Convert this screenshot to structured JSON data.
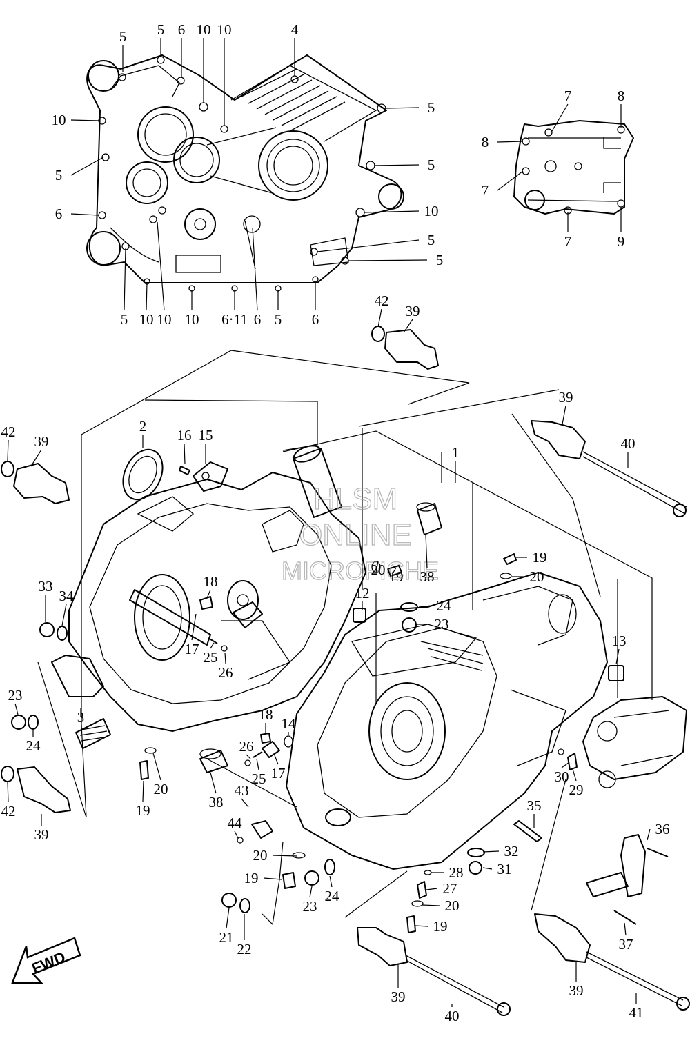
{
  "watermark": {
    "line1": "HLSM",
    "line2": "ONLINE",
    "line3": "MICROFICHE"
  },
  "fwd_arrow": {
    "label": "FWD",
    "icon": "forward-arrow-icon"
  },
  "callouts": {
    "top_view": [
      "5",
      "5",
      "6",
      "10",
      "10",
      "4",
      "10",
      "5",
      "6",
      "5",
      "10",
      "10",
      "10",
      "6·11",
      "6",
      "5",
      "6",
      "5",
      "5",
      "10",
      "5",
      "5"
    ],
    "cover": [
      "7",
      "8",
      "8",
      "7",
      "7",
      "9"
    ],
    "main": [
      "42",
      "39",
      "39",
      "40",
      "42",
      "39",
      "2",
      "16",
      "15",
      "1",
      "12",
      "19",
      "20",
      "20",
      "19",
      "38",
      "24",
      "23",
      "13",
      "33",
      "34",
      "18",
      "17",
      "25",
      "26",
      "23",
      "24",
      "3",
      "18",
      "14",
      "26",
      "25",
      "17",
      "20",
      "19",
      "38",
      "43",
      "44",
      "20",
      "19",
      "23",
      "24",
      "21",
      "22",
      "42",
      "39",
      "30",
      "29",
      "35",
      "32",
      "31",
      "28",
      "27",
      "20",
      "19",
      "36",
      "37",
      "39",
      "40",
      "39",
      "41"
    ]
  }
}
